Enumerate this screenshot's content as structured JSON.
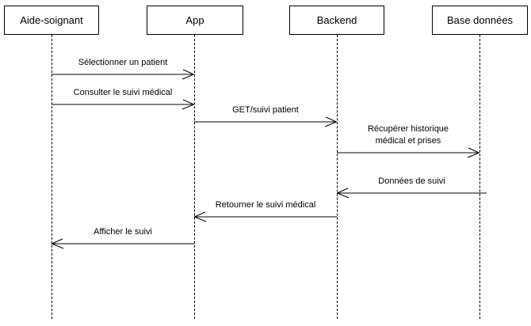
{
  "diagram": {
    "type": "uml-sequence-diagram",
    "background_color": "#ffffff",
    "line_color": "#000000",
    "participants": [
      {
        "label": "Aide-soignant"
      },
      {
        "label": "App"
      },
      {
        "label": "Backend"
      },
      {
        "label": "Base données"
      }
    ],
    "messages": [
      {
        "label": "Sélectionner un patient",
        "from": "Aide-soignant",
        "to": "App",
        "direction": "right"
      },
      {
        "label": "Consulter le suivi médical",
        "from": "Aide-soignant",
        "to": "App",
        "direction": "right"
      },
      {
        "label": "GET/suivi patient",
        "from": "App",
        "to": "Backend",
        "direction": "right"
      },
      {
        "label": "Récupérer historique médical et prises",
        "from": "Backend",
        "to": "Base données",
        "direction": "right"
      },
      {
        "label": "Données de suivi",
        "from": "Base données",
        "to": "Backend",
        "direction": "left"
      },
      {
        "label": "Retourner le suivi médical",
        "from": "Backend",
        "to": "App",
        "direction": "left"
      },
      {
        "label": "Afficher le suivi",
        "from": "App",
        "to": "Aide-soignant",
        "direction": "left"
      }
    ]
  }
}
